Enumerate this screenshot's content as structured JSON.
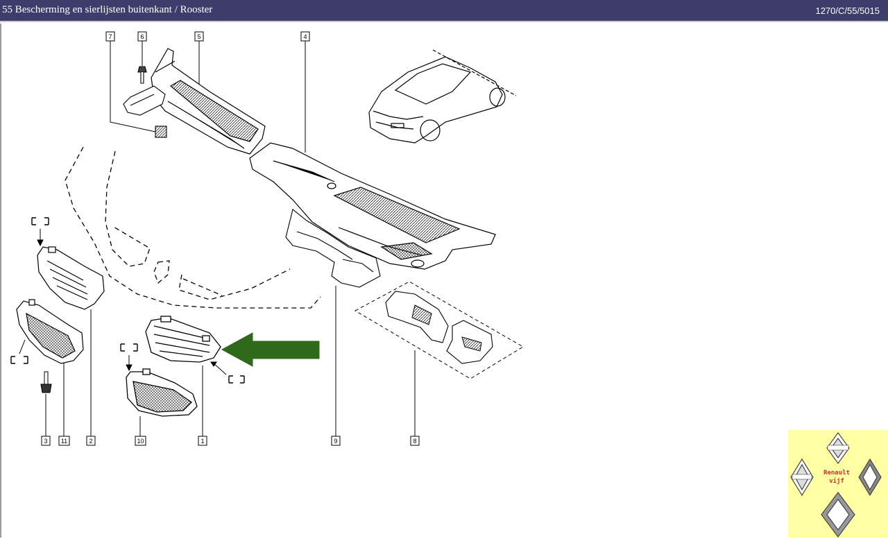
{
  "header": {
    "title": "55 Bescherming en sierlijsten buitenkant / Rooster",
    "code": "1270/C/55/5015"
  },
  "callouts": [
    "7",
    "6",
    "5",
    "4",
    "3",
    "11",
    "2",
    "10",
    "1",
    "9",
    "8"
  ],
  "pointer_arrow": {
    "color": "#2e6a1a",
    "icon": "arrow-left-icon"
  },
  "brand": {
    "line1": "Renault",
    "line2": "vijf",
    "panel_color": "#ffffa3"
  },
  "colors": {
    "titlebar": "#3d3d6b",
    "line": "#111111"
  }
}
